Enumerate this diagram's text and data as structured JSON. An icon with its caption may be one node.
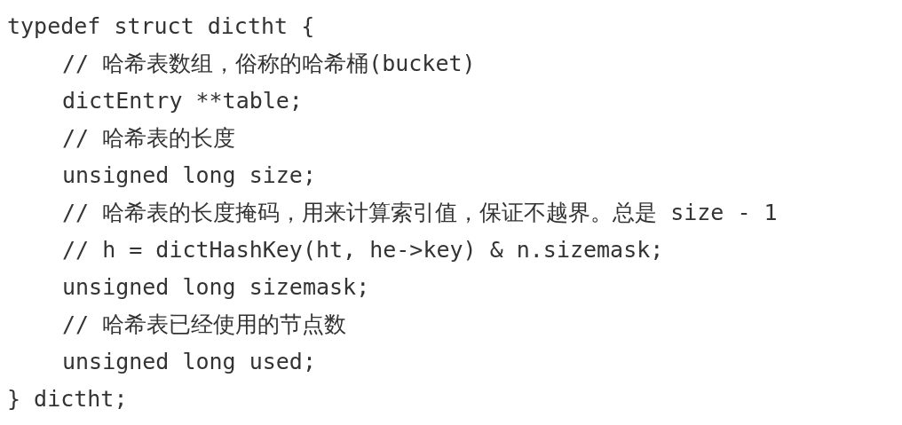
{
  "diagram": {
    "labels": [
      "typedef struct dictht {",
      "// 哈希表数组，俗称的哈希桶(bucket)",
      "dictEntry **table;",
      "// 哈希表的长度",
      "unsigned long size;",
      "// 哈希表的长度掩码，用来计算索引值，保证不越界。总是 size - 1",
      "// h = dictHashKey(ht, he->key) & n.sizemask;",
      "unsigned long sizemask;",
      "// 哈希表已经使用的节点数",
      "unsigned long used;",
      "} dictht;"
    ]
  }
}
